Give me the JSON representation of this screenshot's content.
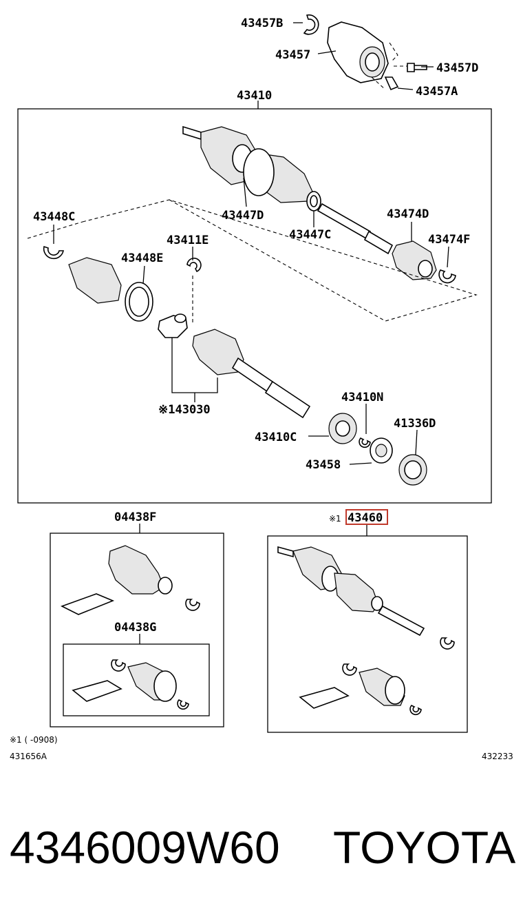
{
  "labels": {
    "p43457B": "43457B",
    "p43457": "43457",
    "p43457D": "43457D",
    "p43457A": "43457A",
    "p43410": "43410",
    "p43448C": "43448C",
    "p43447D": "43447D",
    "p43447C": "43447C",
    "p43474D": "43474D",
    "p43411E": "43411E",
    "p43474F": "43474F",
    "p43448E": "43448E",
    "p43030": "※143030",
    "p43410N": "43410N",
    "p43410C": "43410C",
    "p41336D": "41336D",
    "p43458": "43458",
    "p04438F": "04438F",
    "p04438G": "04438G",
    "p43460_prefix": "※1",
    "p43460": "43460"
  },
  "notes": {
    "footnote": "※1 (      -0908)",
    "ref_left": "431656A",
    "ref_right": "432233"
  },
  "footer": {
    "part_number": "4346009W60",
    "brand": "TOYOTA"
  },
  "colors": {
    "highlight": "#c0392b"
  }
}
